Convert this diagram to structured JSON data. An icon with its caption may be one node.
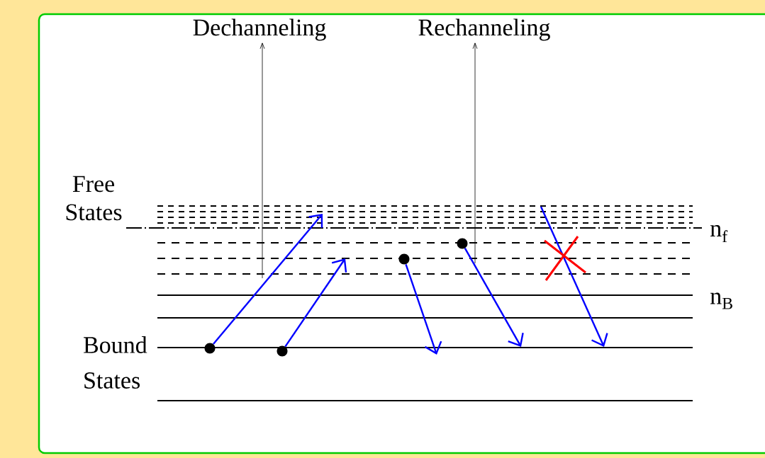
{
  "diagram": {
    "nodes": [
      {
        "text": [
          "Dechanneling"
        ]
      },
      {
        "text": [
          "Rechanneling"
        ]
      },
      {
        "text": [],
        "shape": "circle"
      },
      {
        "text": [],
        "shape": "circle"
      },
      {
        "text": [],
        "shape": "circle"
      },
      {
        "text": [],
        "shape": "circle"
      }
    ],
    "edges": [
      {
        "from": null,
        "to": 0,
        "arrow": "to",
        "color": "#000000"
      },
      {
        "from": null,
        "to": 1,
        "arrow": "to",
        "color": "#000000"
      },
      {
        "from": 2,
        "to": null,
        "arrow": "to"
      },
      {
        "from": 3,
        "to": null,
        "arrow": "to"
      },
      {
        "from": 4,
        "to": null,
        "arrow": "to"
      },
      {
        "from": 5,
        "to": null,
        "arrow": "to"
      }
    ],
    "labels": [
      "Free States",
      "Bound States",
      "n$_{f}$",
      "n$_{B}$"
    ]
  }
}
